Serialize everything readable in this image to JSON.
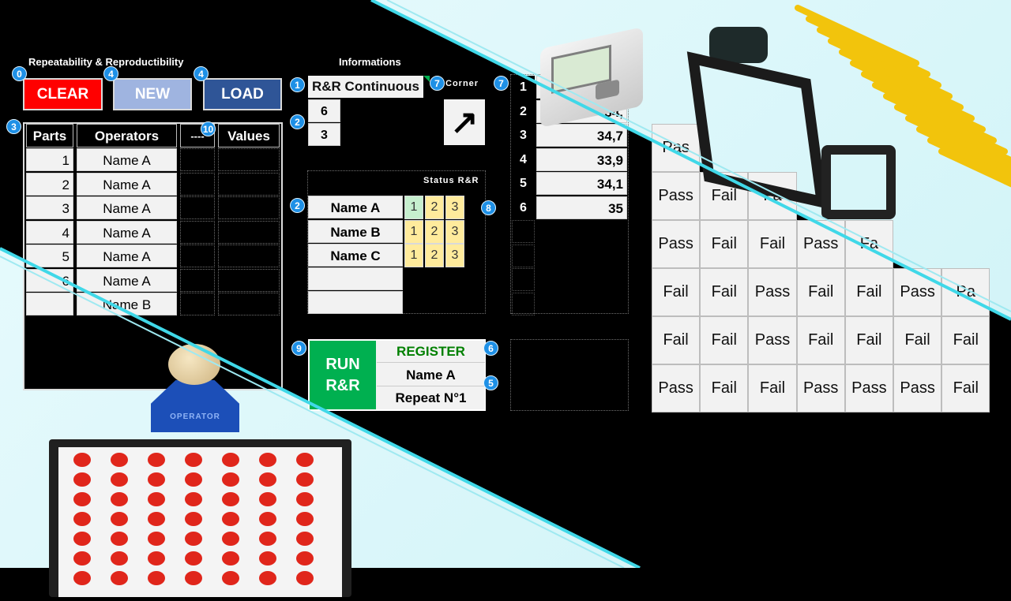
{
  "header": {
    "rr_title": "Repeatability & Reproductibility",
    "info_title": "Informations"
  },
  "buttons": {
    "clear": "CLEAR",
    "new": "NEW",
    "load": "LOAD",
    "run_line1": "RUN",
    "run_line2": "R&R",
    "register": "REGISTER"
  },
  "badges": {
    "b0": "0",
    "b1": "1",
    "b2": "2",
    "b3": "3",
    "b4": "4",
    "b5": "5",
    "b6": "6",
    "b7": "7",
    "b8": "8",
    "b9": "9",
    "b10": "10"
  },
  "parts_table": {
    "headers": [
      "Parts",
      "Operators",
      "----",
      "Values"
    ],
    "rows": [
      {
        "part": "1",
        "operator": "Name A"
      },
      {
        "part": "2",
        "operator": "Name A"
      },
      {
        "part": "3",
        "operator": "Name A"
      },
      {
        "part": "4",
        "operator": "Name A"
      },
      {
        "part": "5",
        "operator": "Name A"
      },
      {
        "part": "6",
        "operator": "Name A"
      },
      {
        "part": "",
        "operator": "Name B"
      }
    ]
  },
  "info": {
    "mode": "R&R Continuous",
    "count_parts": "6",
    "count_repeats": "3",
    "corner_label": "Corner",
    "corner_arrow": "↗"
  },
  "status": {
    "title": "Status R&R",
    "operators": [
      {
        "name": "Name A",
        "s1": "1",
        "s2": "2",
        "s3": "3"
      },
      {
        "name": "Name B",
        "s1": "1",
        "s2": "2",
        "s3": "3"
      },
      {
        "name": "Name C",
        "s1": "1",
        "s2": "2",
        "s3": "3"
      }
    ],
    "colors": {
      "done": "#c6efce",
      "pending": "#ffeb9c"
    }
  },
  "register_panel": {
    "operator": "Name A",
    "repeat": "Repeat N°1"
  },
  "measures": [
    {
      "n": "1",
      "v": ""
    },
    {
      "n": "2",
      "v": "34,"
    },
    {
      "n": "3",
      "v": "34,7"
    },
    {
      "n": "4",
      "v": "33,9"
    },
    {
      "n": "5",
      "v": "34,1"
    },
    {
      "n": "6",
      "v": "35"
    }
  ],
  "pass_fail": {
    "row0": [
      "Pas"
    ],
    "row1": [
      "Pass",
      "Fail",
      "Fa"
    ],
    "row2": [
      "Pass",
      "Fail",
      "Fail",
      "Pass",
      "Fa"
    ],
    "row3": [
      "Fail",
      "Fail",
      "Pass",
      "Fail",
      "Fail",
      "Pass",
      "Pa"
    ],
    "row4": [
      "Fail",
      "Fail",
      "Pass",
      "Fail",
      "Fail",
      "Fail",
      "Fail"
    ],
    "row5": [
      "Pass",
      "Fail",
      "Fail",
      "Pass",
      "Pass",
      "Pass",
      "Fail"
    ]
  },
  "scene": {
    "operator_label": "OPERATOR"
  },
  "colors": {
    "clear": "#ff0000",
    "new": "#9fb4e0",
    "load": "#2f5597",
    "run": "#00b050",
    "register_text": "#008000",
    "badge": "#1e90e6",
    "cyan_line": "#40d8e8"
  }
}
